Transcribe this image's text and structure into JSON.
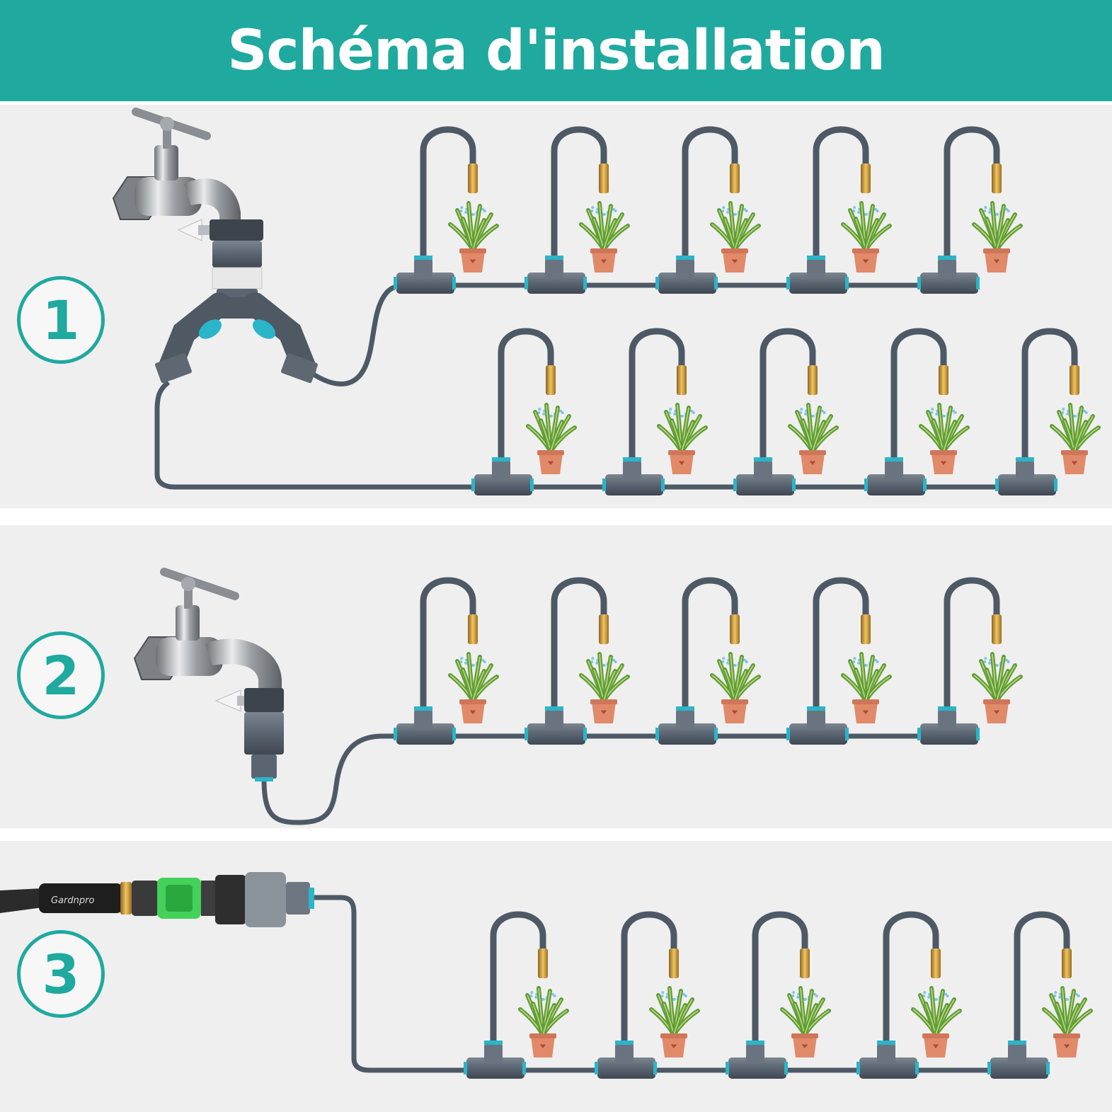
{
  "title": "Schéma d'installation",
  "steps": [
    {
      "number": "1"
    },
    {
      "number": "2"
    },
    {
      "number": "3"
    }
  ],
  "hose_brand": "Gardnpro",
  "colors": {
    "accent": "#1fa99f",
    "tube": "#4e5966",
    "fitting": "#5c6773",
    "brass": "#c8962f",
    "pot": "#e08a6a",
    "leaf": "#5f9e36",
    "panel": "#efefef"
  }
}
